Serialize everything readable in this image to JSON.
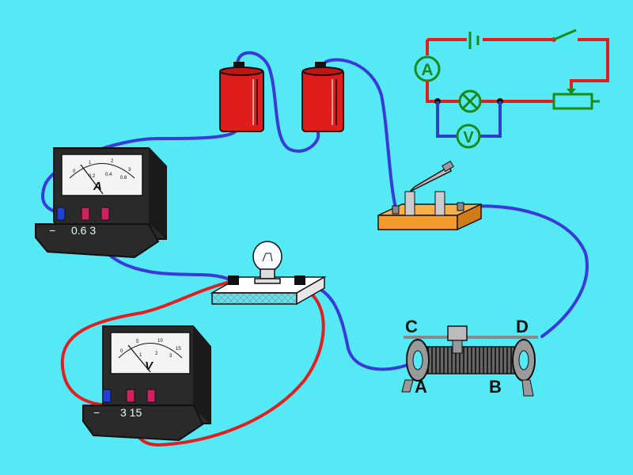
{
  "colors": {
    "background": "#55e9f6",
    "wire_blue": "#3a3ad9",
    "wire_red": "#e02020",
    "schematic_red": "#e51c1c",
    "schematic_green": "#1a8a1a",
    "schematic_blue": "#2c3fc9",
    "battery": "#e01d1d",
    "switch_base": "#f39a2a"
  },
  "schematic": {
    "ammeter_symbol": "A",
    "voltmeter_symbol": "V",
    "lamp_symbol": "⊗"
  },
  "ammeter": {
    "dial_letter": "A",
    "scale_top": [
      "0",
      "1",
      "2",
      "3"
    ],
    "scale_bottom": [
      "0.2",
      "0.4",
      "0.6"
    ],
    "terminal_labels": "0.6  3",
    "terminal_minus": "−"
  },
  "voltmeter": {
    "dial_letter": "V",
    "scale_top": [
      "0",
      "5",
      "10",
      "15"
    ],
    "scale_bottom": [
      "1",
      "2",
      "3"
    ],
    "terminal_labels": "3  15",
    "terminal_minus": "−"
  },
  "rheostat": {
    "terminal_C": "C",
    "terminal_D": "D",
    "terminal_A": "A",
    "terminal_B": "B"
  }
}
